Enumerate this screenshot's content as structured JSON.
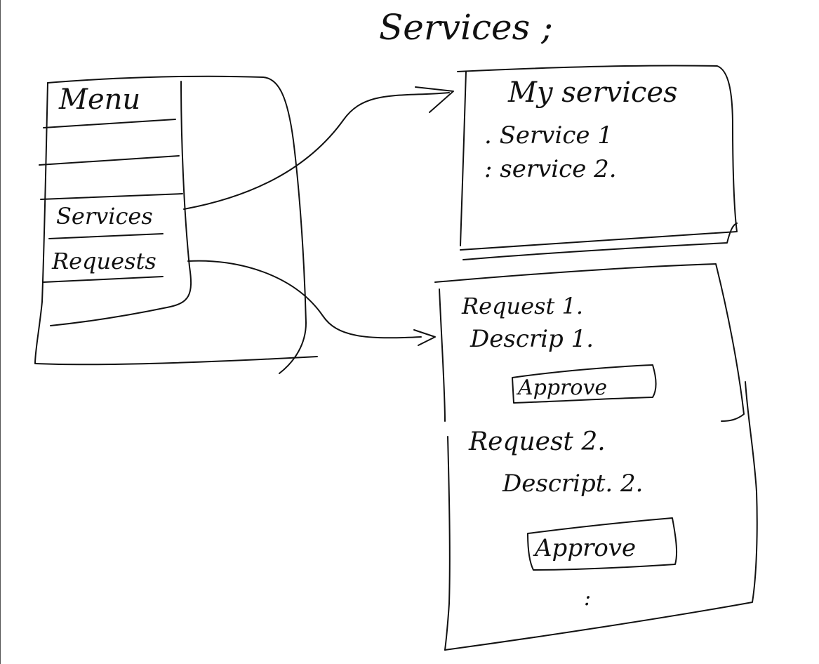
{
  "title": "Services ;",
  "menu": {
    "heading": "Menu",
    "items": [
      "Services",
      "Requests"
    ]
  },
  "my_services_panel": {
    "title": "My services",
    "items": [
      ". Service 1",
      ": service 2."
    ]
  },
  "requests_panel": {
    "requests": [
      {
        "name": "Request 1.",
        "description": "Descrip 1.",
        "button": "Approve"
      },
      {
        "name": "Request 2.",
        "description": "Descript. 2.",
        "button": "Approve"
      }
    ],
    "more": ":"
  }
}
